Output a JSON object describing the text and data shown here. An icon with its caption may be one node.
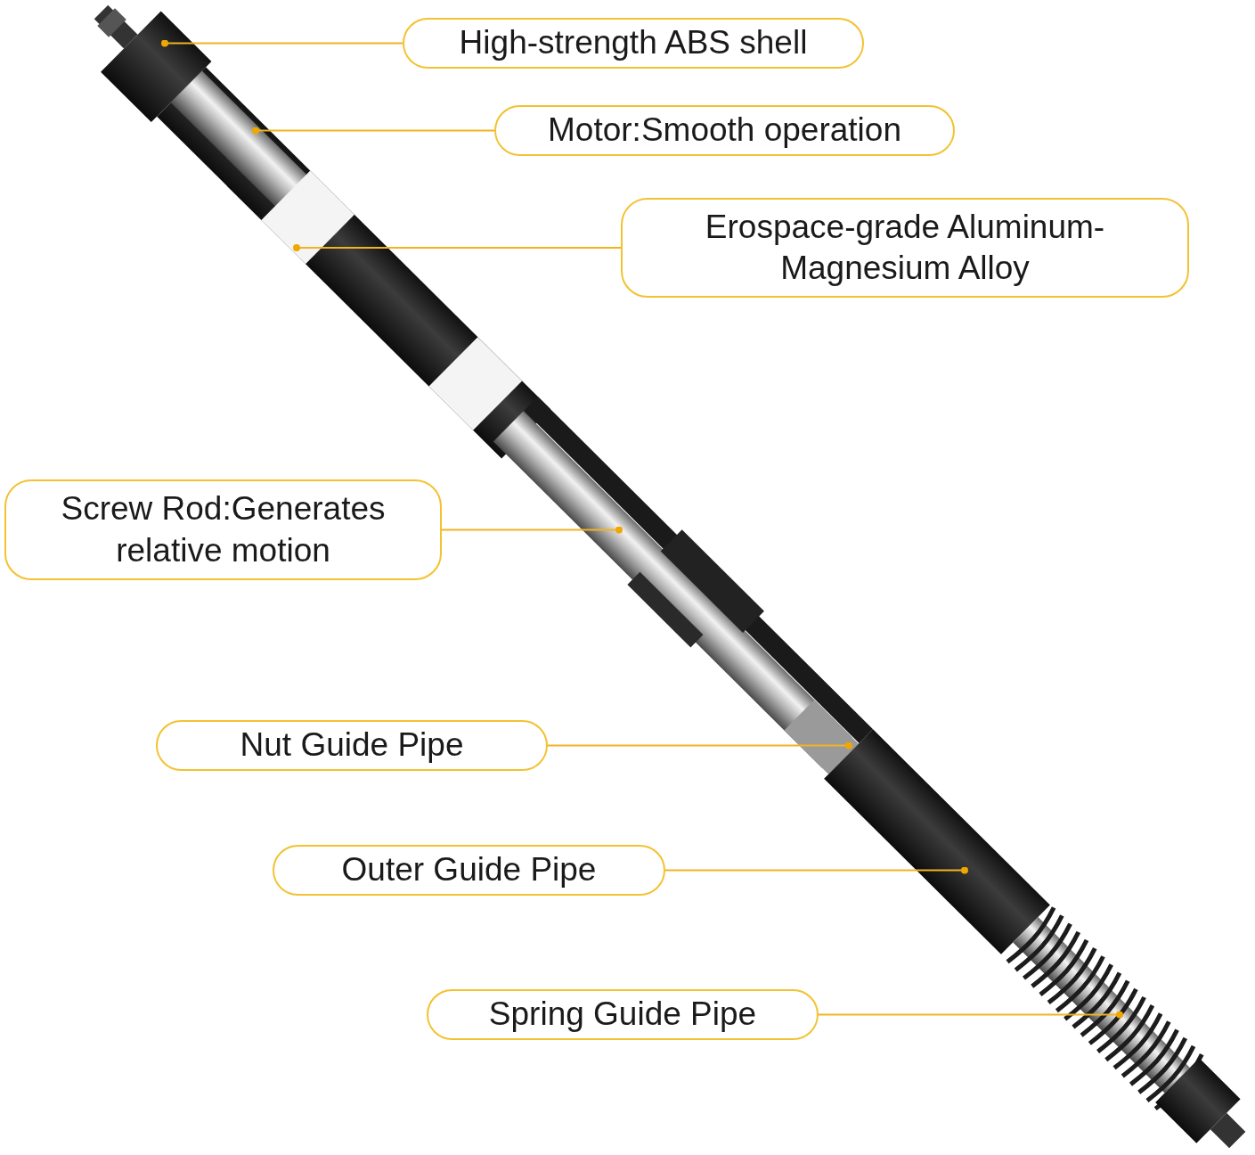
{
  "diagram": {
    "nodes": [
      {
        "text": [
          "High-strength ABS shell"
        ]
      },
      {
        "text": [
          "Motor:Smooth operation"
        ]
      },
      {
        "text": [
          "Erospace-grade Aluminum-Magnesium Alloy"
        ]
      },
      {
        "text": [
          "Screw Rod:Generates relative motion"
        ]
      },
      {
        "text": [
          "Nut Guide Pipe"
        ]
      },
      {
        "text": [
          "Outer Guide Pipe"
        ]
      },
      {
        "text": [
          "Spring Guide Pipe"
        ]
      }
    ],
    "edges": [
      {
        "from": 0,
        "to": null,
        "arrow": "other"
      },
      {
        "from": 1,
        "to": null,
        "arrow": "other"
      },
      {
        "from": 2,
        "to": null,
        "arrow": "other"
      },
      {
        "from": 3,
        "to": null,
        "arrow": "other"
      },
      {
        "from": 4,
        "to": null,
        "arrow": "other"
      },
      {
        "from": 5,
        "to": null,
        "arrow": "other"
      },
      {
        "from": 6,
        "to": null,
        "arrow": "other"
      }
    ]
  }
}
